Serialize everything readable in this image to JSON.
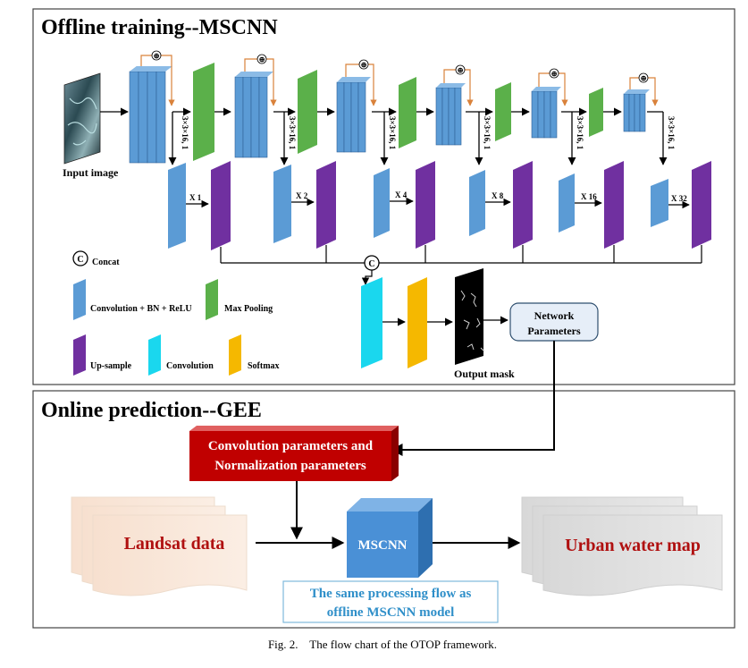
{
  "offline": {
    "title": "Offline training--MSCNN",
    "input_label": "Input image",
    "conv_labels": [
      "3×3×16, 1",
      "3×3×16, 1",
      "3×3×16, 1",
      "3×3×16, 1",
      "3×3×16, 1",
      "3×3×16, 1"
    ],
    "scale_labels": [
      "X 1",
      "X 2",
      "X 4",
      "X 8",
      "X 16",
      "X 32"
    ],
    "concat_symbol": "C",
    "output_label": "Output mask",
    "network_params": [
      "Network",
      "Parameters"
    ],
    "plus_symbol": "⊕"
  },
  "legend": {
    "concat": "Concat",
    "conv_bn_relu": "Convolution + BN + ReLU",
    "max_pooling": "Max Pooling",
    "up_sample": "Up-sample",
    "convolution": "Convolution",
    "softmax": "Softmax"
  },
  "online": {
    "title": "Online prediction--GEE",
    "params_box": [
      "Convolution parameters and",
      "Normalization parameters"
    ],
    "landsat": "Landsat data",
    "mscnn": "MSCNN",
    "urban": "Urban water map",
    "same_flow": [
      "The same processing flow as",
      "offline MSCNN model"
    ]
  },
  "caption": "Fig. 2.    The flow chart of the OTOP framework.",
  "colors": {
    "conv_blue": "#5b9bd5",
    "pool_green": "#5bb04a",
    "upsample_purple": "#7030a0",
    "cyan": "#1ad7ee",
    "softmax_yellow": "#f5b800",
    "red_box": "#c00000",
    "skip_orange": "#d9823b"
  }
}
